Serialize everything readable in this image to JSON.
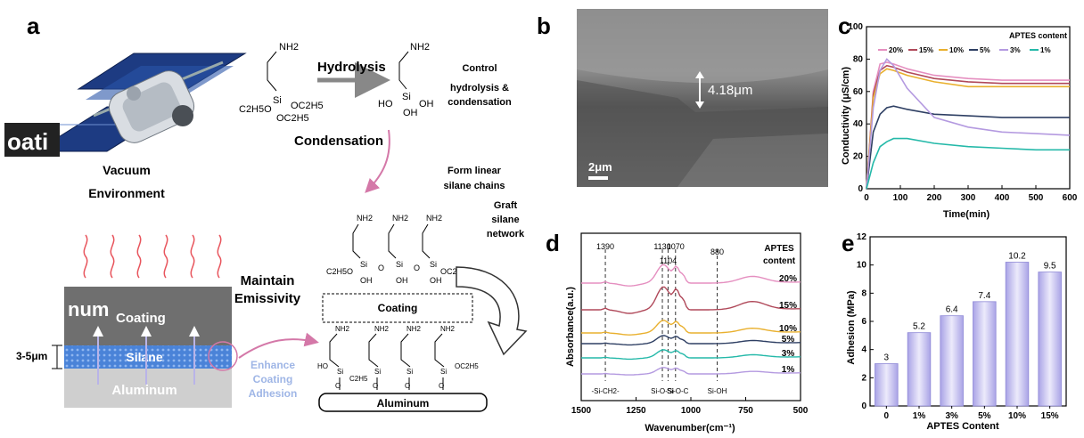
{
  "panel_a": {
    "letter": "a",
    "satellite_text": "oati",
    "vacuum_line1": "Vacuum",
    "vacuum_line2": "Environment",
    "hydrolysis": "Hydrolysis",
    "condensation": "Condensation",
    "control_line1": "Control",
    "control_line2": "hydrolysis &",
    "control_line3": "condensation",
    "form_line1": "Form linear",
    "form_line2": "silane chains",
    "graft_line1": "Graft",
    "graft_line2": "silane",
    "graft_line3": "network",
    "maintain_line1": "Maintain",
    "maintain_line2": "Emissivity",
    "enhance_line1": "Enhance",
    "enhance_line2": "Coating",
    "enhance_line3": "Adhesion",
    "layer_coating_prefix": "num",
    "layer_coating": "Coating",
    "layer_silane": "Silane",
    "layer_aluminum": "Aluminum",
    "thickness": "3-5μm",
    "scheme_coating": "Coating",
    "scheme_aluminum": "Aluminum",
    "chem": {
      "nh2": "NH2",
      "si": "Si",
      "oc2h5": "OC2H5",
      "c2h5o": "C2H5O",
      "ho": "HO",
      "oh": "OH",
      "o": "O",
      "c2h5": "C2H5"
    }
  },
  "panel_b": {
    "letter": "b",
    "thickness_label": "4.18μm",
    "scalebar_label": "2μm"
  },
  "panel_c": {
    "letter": "c",
    "legend_title": "APTES content",
    "chart_data": {
      "type": "line",
      "xlabel": "Time(min)",
      "ylabel": "Conductivity (μS/cm)",
      "xlim": [
        0,
        600
      ],
      "ylim": [
        0,
        100
      ],
      "xticks": [
        0,
        100,
        200,
        300,
        400,
        500,
        600
      ],
      "yticks": [
        0,
        20,
        40,
        60,
        80,
        100
      ],
      "legend_position": "top",
      "series": [
        {
          "name": "20%",
          "color": "#e58fc0",
          "x": [
            0,
            20,
            40,
            60,
            80,
            120,
            200,
            300,
            400,
            500,
            600
          ],
          "y": [
            0,
            60,
            77,
            78,
            77,
            74,
            70,
            68,
            67,
            67,
            67
          ]
        },
        {
          "name": "15%",
          "color": "#b0495a",
          "x": [
            0,
            20,
            40,
            60,
            80,
            120,
            200,
            300,
            400,
            500,
            600
          ],
          "y": [
            0,
            58,
            73,
            76,
            75,
            72,
            68,
            66,
            65,
            65,
            65
          ]
        },
        {
          "name": "10%",
          "color": "#e9b02e",
          "x": [
            0,
            20,
            40,
            60,
            80,
            120,
            200,
            300,
            400,
            500,
            600
          ],
          "y": [
            0,
            56,
            71,
            74,
            73,
            70,
            66,
            63,
            63,
            63,
            63
          ]
        },
        {
          "name": "5%",
          "color": "#2e3f63",
          "x": [
            0,
            20,
            40,
            60,
            80,
            120,
            200,
            300,
            400,
            500,
            600
          ],
          "y": [
            0,
            35,
            46,
            50,
            51,
            49,
            46,
            45,
            44,
            44,
            44
          ]
        },
        {
          "name": "3%",
          "color": "#b49ae0",
          "x": [
            0,
            20,
            40,
            60,
            80,
            120,
            200,
            300,
            400,
            500,
            600
          ],
          "y": [
            0,
            50,
            73,
            80,
            76,
            62,
            44,
            38,
            35,
            34,
            33
          ]
        },
        {
          "name": "1%",
          "color": "#25b9a9",
          "x": [
            0,
            20,
            40,
            60,
            80,
            120,
            200,
            300,
            400,
            500,
            600
          ],
          "y": [
            0,
            16,
            26,
            29,
            31,
            31,
            28,
            26,
            25,
            24,
            24
          ]
        }
      ]
    }
  },
  "panel_d": {
    "letter": "d",
    "peaks": [
      {
        "label": "1390",
        "wn": 1390
      },
      {
        "label": "1130",
        "wn": 1130
      },
      {
        "label": "1070",
        "wn": 1070
      },
      {
        "label": "1104",
        "wn": 1104
      },
      {
        "label": "880",
        "wn": 880
      }
    ],
    "bottom_labels": [
      {
        "label": "-Si-CH2-",
        "wn": 1390
      },
      {
        "label": "Si-O-Si",
        "wn": 1130
      },
      {
        "label": "Si-O-C",
        "wn": 1060
      },
      {
        "label": "Si-OH",
        "wn": 880
      }
    ],
    "legend_title_line1": "APTES",
    "legend_title_line2": "content",
    "chart_data": {
      "type": "line",
      "xlabel": "Wavenumber(cm⁻¹)",
      "ylabel": "Absorbance(a.u.)",
      "xlim": [
        1500,
        500
      ],
      "xticks": [
        1500,
        1250,
        1000,
        750,
        500
      ],
      "series": [
        {
          "name": "20%",
          "color": "#e58fc0"
        },
        {
          "name": "15%",
          "color": "#b0495a"
        },
        {
          "name": "10%",
          "color": "#e9b02e"
        },
        {
          "name": "5%",
          "color": "#2e3f63"
        },
        {
          "name": "3%",
          "color": "#25b9a9"
        },
        {
          "name": "1%",
          "color": "#b49ae0"
        }
      ]
    }
  },
  "panel_e": {
    "letter": "e",
    "chart_data": {
      "type": "bar",
      "xlabel": "APTES Content",
      "ylabel": "Adhesion (MPa)",
      "ylim": [
        0,
        12
      ],
      "yticks": [
        0,
        2,
        4,
        6,
        8,
        10,
        12
      ],
      "categories": [
        "0",
        "1%",
        "3%",
        "5%",
        "10%",
        "15%"
      ],
      "values": [
        3,
        5.2,
        6.4,
        7.4,
        10.2,
        9.5
      ],
      "value_labels": [
        "3",
        "5.2",
        "6.4",
        "7.4",
        "10.2",
        "9.5"
      ]
    }
  }
}
